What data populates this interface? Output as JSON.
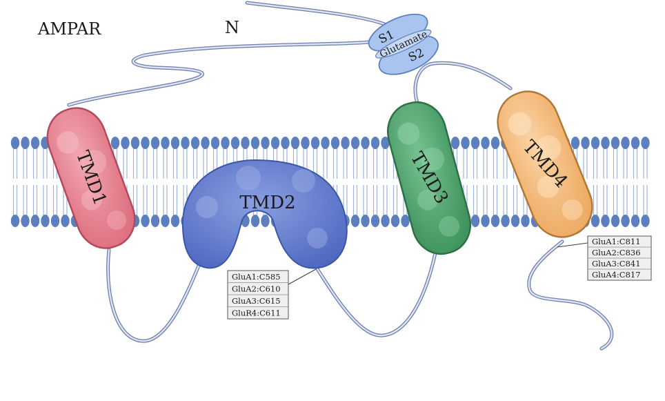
{
  "title": "AMPAR",
  "n_terminus_label": "N",
  "ligand_binding": {
    "s1_label": "S1",
    "ligand_label": "Glutamate",
    "s2_label": "S2"
  },
  "domains": [
    {
      "label": "TMD1",
      "color": "#e07a88"
    },
    {
      "label": "TMD2",
      "color": "#5b74c8"
    },
    {
      "label": "TMD3",
      "color": "#4a9e68"
    },
    {
      "label": "TMD4",
      "color": "#f0b878"
    }
  ],
  "cysteine_sites_loop": [
    "GluA1:C585",
    "GluA2:C610",
    "GluA3:C615",
    "GluR4:C611"
  ],
  "cysteine_sites_cterm": [
    "GluA1:C811",
    "GluA2:C836",
    "GluA3:C841",
    "GluA4:C817"
  ],
  "colors": {
    "membrane_head": "#5b7fbf",
    "membrane_tail": "#9fb4dc",
    "strand": "#b8c6e6",
    "strand_edge": "#6b7ca6",
    "ligand_domain": "#a9c4ee"
  }
}
